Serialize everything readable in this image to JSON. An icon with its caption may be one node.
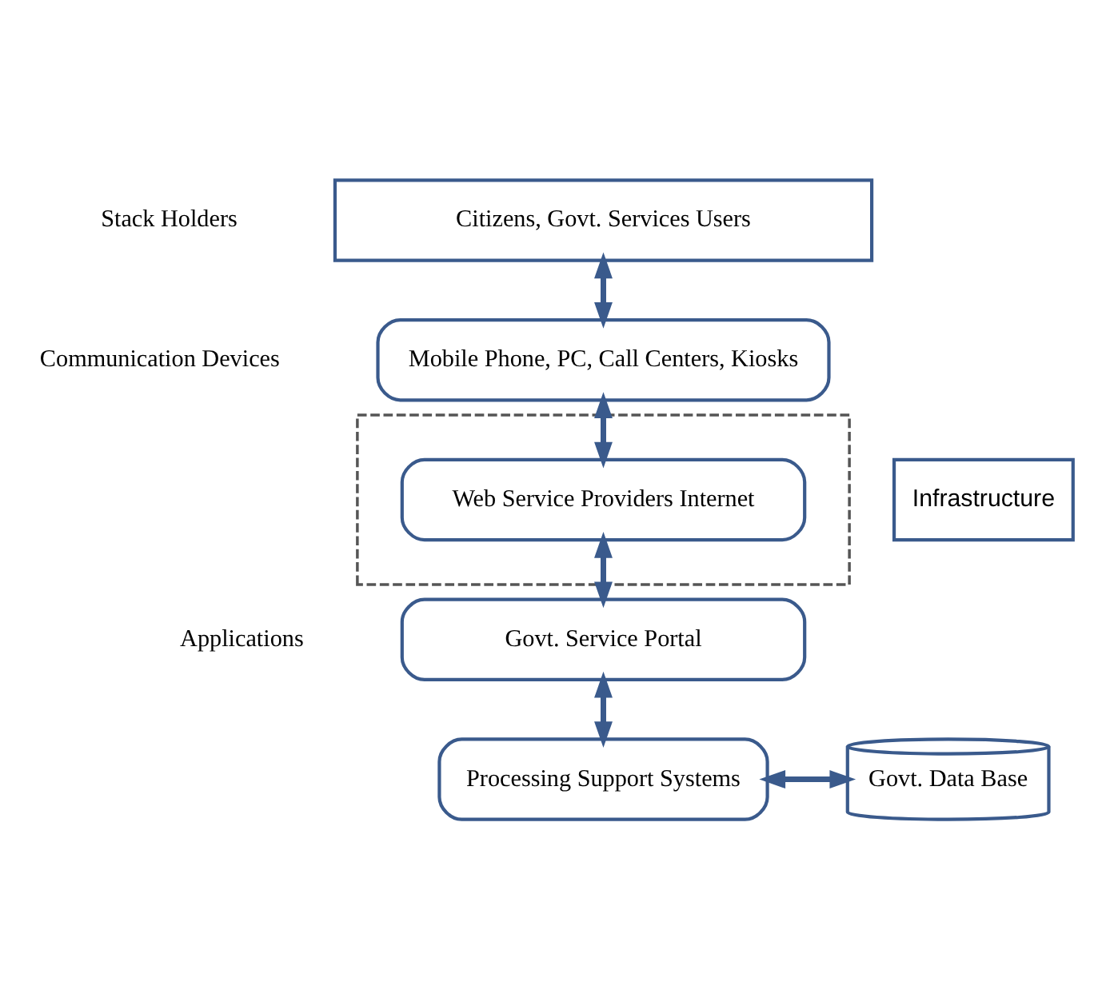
{
  "diagram": {
    "nodes": [
      {
        "text": [
          "Citizens, Govt. Services Users"
        ]
      },
      {
        "text": [
          "Mobile Phone, PC, Call Centers, Kiosks"
        ]
      },
      {
        "text": [],
        "shape": "box"
      },
      {
        "text": [
          "Web Service Providers Internet"
        ],
        "in": 2
      },
      {
        "text": [
          "Govt. Service Portal"
        ]
      },
      {
        "text": [
          "Processing Support Systems"
        ]
      },
      {
        "text": [
          "Govt. Data Base"
        ]
      },
      {
        "text": [
          "Infrastructure"
        ]
      }
    ],
    "edges": [
      {
        "from": 0,
        "to": 1,
        "arrow": "both"
      },
      {
        "from": 1,
        "to": 3,
        "arrow": "both"
      },
      {
        "from": 3,
        "to": 4,
        "arrow": "both"
      },
      {
        "from": 4,
        "to": 5,
        "arrow": "both"
      },
      {
        "from": 5,
        "to": 6,
        "arrow": "both"
      }
    ],
    "labels": [
      "Stack Holders",
      "Communication Devices",
      "Applications"
    ]
  }
}
